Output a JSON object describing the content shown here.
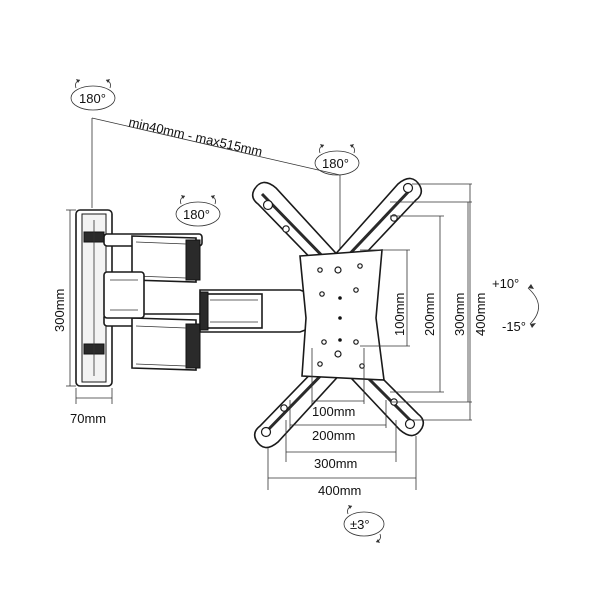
{
  "diagram": {
    "rotations": {
      "top_left": "180°",
      "top_center": "180°",
      "middle": "180°",
      "bottom": "±3°"
    },
    "dimensions": {
      "arm_range": "min40mm - max515mm",
      "wall_plate_height": "300mm",
      "wall_plate_depth": "70mm",
      "h_100": "100mm",
      "h_200": "200mm",
      "h_300": "300mm",
      "h_400": "400mm",
      "v_100": "100mm",
      "v_200": "200mm",
      "v_300": "300mm",
      "v_400": "400mm"
    },
    "tilt": {
      "up": "+10°",
      "down": "-15°"
    }
  }
}
